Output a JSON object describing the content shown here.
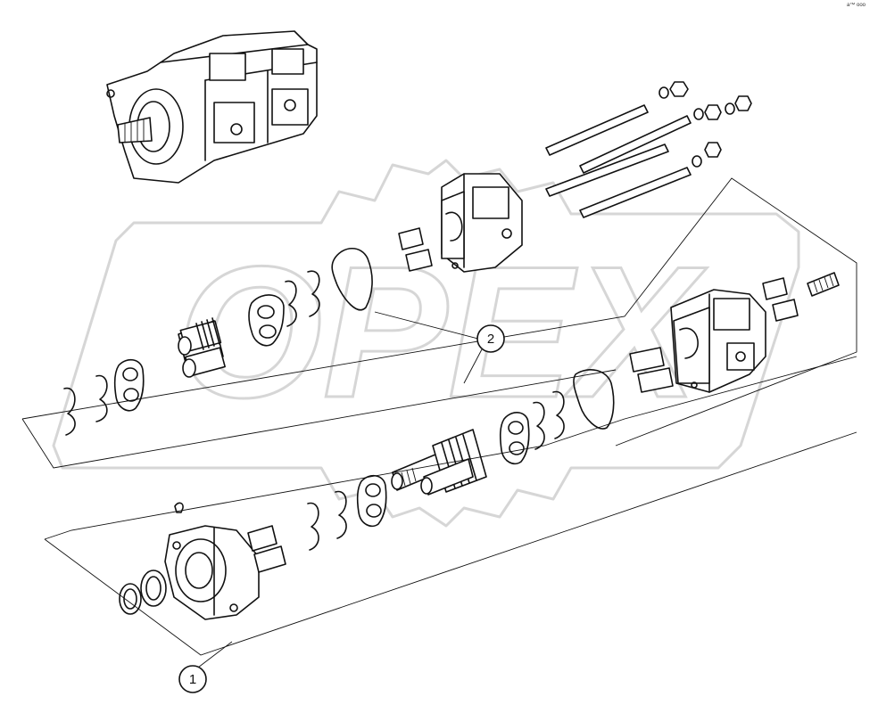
{
  "callouts": [
    {
      "label": "1"
    },
    {
      "label": "2"
    }
  ],
  "watermark": {
    "text": "OPEX"
  },
  "corner_mark": {
    "text": "a™ ooo"
  }
}
